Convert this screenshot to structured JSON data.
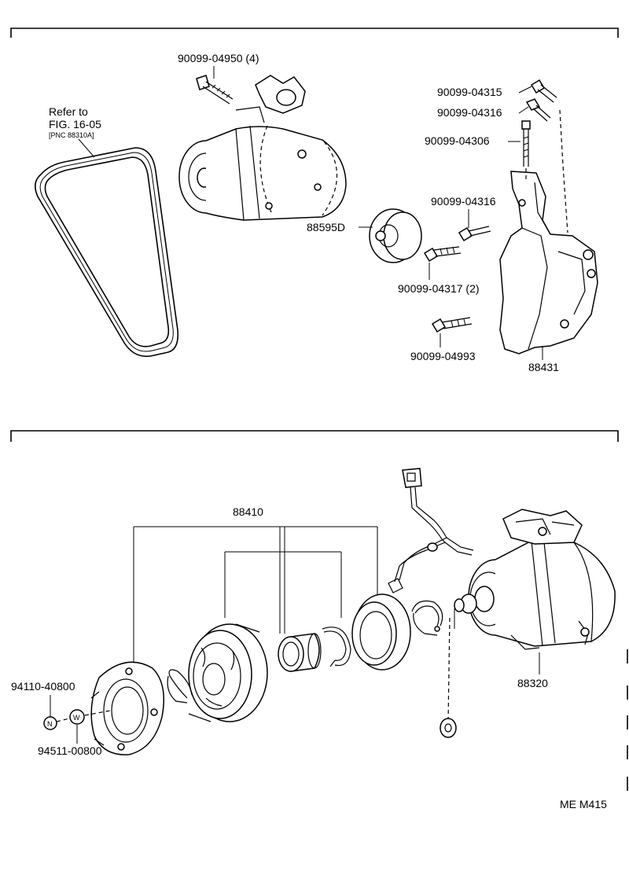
{
  "top_section": {
    "bolt_compressor": "90099-04950 (4)",
    "belt_ref_line1": "Refer to",
    "belt_ref_line2": "FIG. 16-05",
    "belt_ref_line3": "[PNC 88310A]",
    "bolt_04315": "90099-04315",
    "bolt_04316_a": "90099-04316",
    "bolt_04306": "90099-04306",
    "bolt_04316_b": "90099-04316",
    "idler_pulley": "88595D",
    "bolt_04317": "90099-04317 (2)",
    "bolt_04993": "90099-04993",
    "bracket": "88431"
  },
  "bottom_section": {
    "clutch_assy": "88410",
    "nut": "94110-40800",
    "nut_marker": "N",
    "washer_marker": "W",
    "washer": "94511-00800",
    "compressor": "88320"
  },
  "footer": {
    "figure_code": "ME M415"
  }
}
